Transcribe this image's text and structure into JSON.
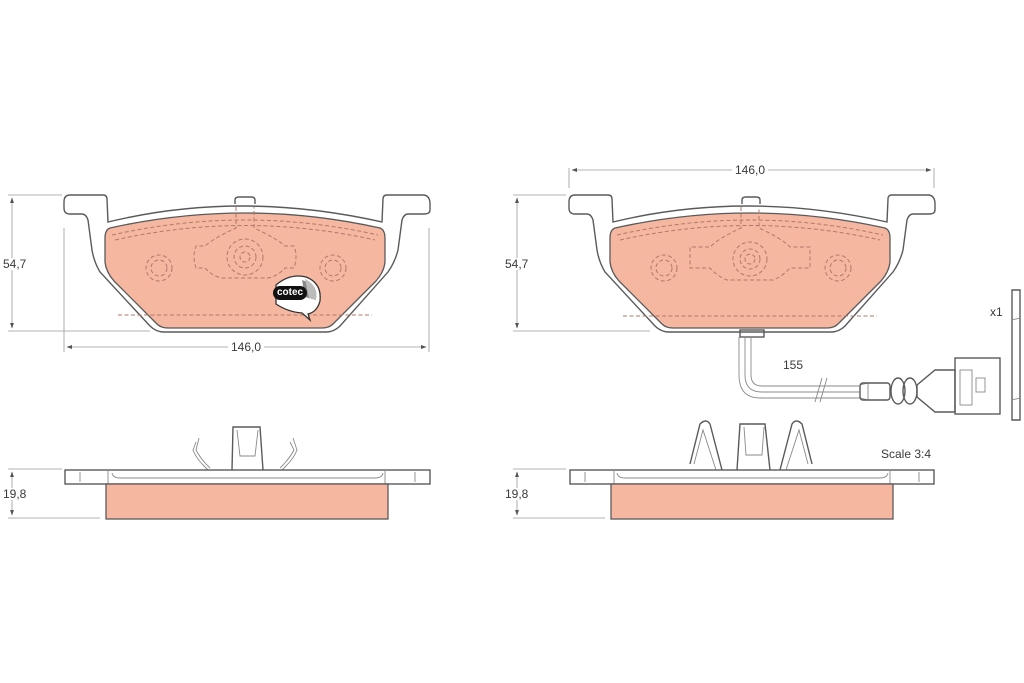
{
  "colors": {
    "pad_fill": "#F5B7A0",
    "outline": "#5A5A5A",
    "dimension_line": "#9A9A9A",
    "dashed_detail": "#B07A68",
    "text": "#3A3A3A"
  },
  "left_pad": {
    "height_dim": "54,7",
    "width_dim": "146,0",
    "thickness_dim": "19,8",
    "logo_text": "cotec"
  },
  "right_pad": {
    "height_dim": "54,7",
    "width_dim": "146,0",
    "thickness_dim": "19,8"
  },
  "wear_sensor": {
    "length_dim": "155",
    "quantity": "x1"
  },
  "scale_label": "Scale 3:4"
}
